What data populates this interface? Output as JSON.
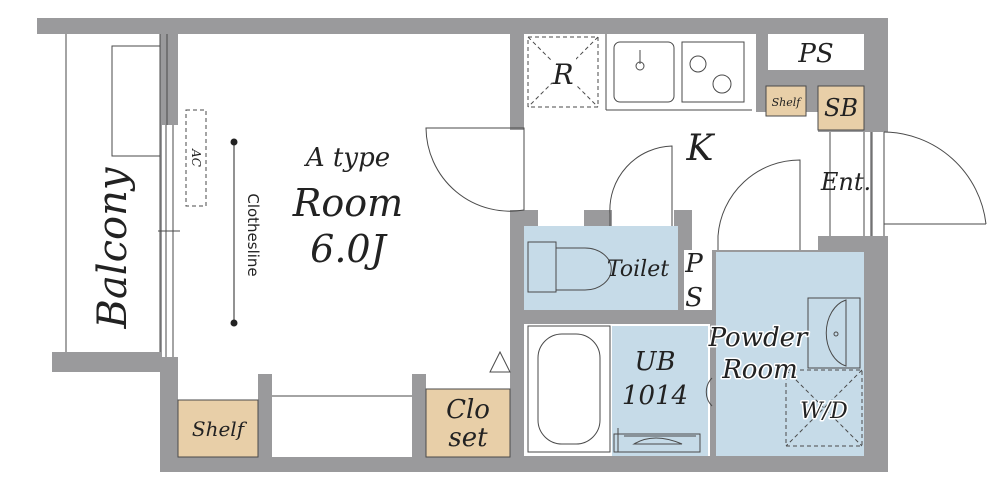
{
  "plan": {
    "labels": {
      "room_type": "A type",
      "room": "Room",
      "room_size": "6.0J",
      "balcony": "Balcony",
      "clothesline": "Clothesline",
      "ac": "AC",
      "kitchen": "K",
      "refrigerator": "R",
      "ps_top": "PS",
      "shelf_kitchen": "Shelf",
      "sb": "SB",
      "entrance": "Ent.",
      "toilet": "Toilet",
      "ps_side_p": "P",
      "ps_side_s": "S",
      "powder_room_1": "Powder",
      "powder_room_2": "Room",
      "ub_1": "UB",
      "ub_2": "1014",
      "washer_dryer": "W/D",
      "shelf_room": "Shelf",
      "closet_1": "Clo",
      "closet_2": "set"
    }
  }
}
